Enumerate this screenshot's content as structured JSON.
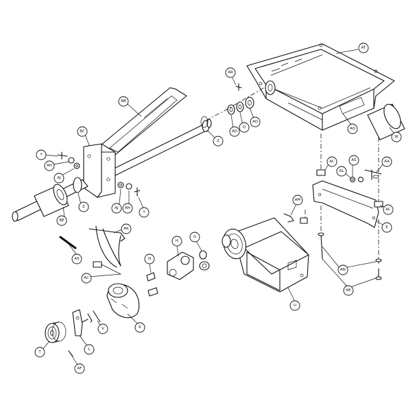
{
  "diagram": {
    "callouts": {
      "AT": "AT",
      "AR": "AR",
      "AQ": "AQ",
      "W": "W",
      "AO": "AO",
      "Q": "Q",
      "AD": "AD",
      "Z_top": "Z",
      "BB": "BB",
      "BC": "BC",
      "Y_left": "Y",
      "AH_left": "AH",
      "AJ_left": "AJ",
      "Z_mid": "Z",
      "BE": "BE",
      "AJ_mid": "AJ",
      "AH_mid": "AH",
      "Y_mid": "Y",
      "AC_right": "AC",
      "AS_right": "AS",
      "AL": "AL",
      "AA": "AA",
      "AM": "AM",
      "AC_bracket": "AC",
      "E": "E",
      "AN": "AN",
      "AE": "AE",
      "AK": "AK",
      "AS_left": "AS",
      "AC_left": "AC",
      "N": "N",
      "H": "H",
      "G": "G",
      "U": "U",
      "K": "K",
      "V": "V",
      "T": "T",
      "L": "L",
      "AF": "AF"
    }
  }
}
